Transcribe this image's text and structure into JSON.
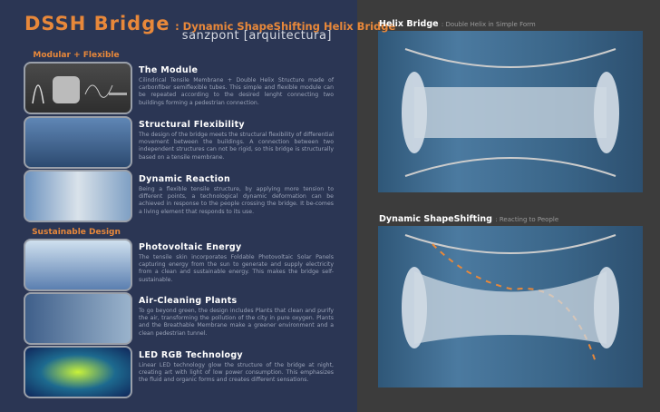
{
  "header": {
    "title": "DSSH Bridge",
    "subtitle": ": Dynamic ShapeShifting Helix Bridge",
    "author": "sanzpont [arquitectura]"
  },
  "sections": [
    {
      "label": "Modular + Flexible",
      "items": [
        {
          "title": "The Module",
          "text": "Cilindrical Tensile Membrane + Double Helix Structure made of carbonfiber semiflexible tubes. This simple and flexible module can be repeated according to the desired lenght connecting two buildings forming a pedestrian connection."
        },
        {
          "title": "Structural Flexibility",
          "text": "The design of the bridge meets the structural flexibility of differential movement between the buildings. A connection between two independent structures can not be rigid, so this bridge is structurally based on a tensile membrane."
        },
        {
          "title": "Dynamic Reaction",
          "text": "Being a flexible tensile structure, by applying more tension to different points, a technological dynamic deformation can be achieved in response to the people crossing the bridge. It be-comes a living element that responds to its use."
        }
      ]
    },
    {
      "label": "Sustainable Design",
      "items": [
        {
          "title": "Photovoltaic Energy",
          "text": "The tensile skin incorporates Foldable Photovoltaic Solar Panels capturing energy from the sun to generate and supply electricity from a clean and sustainable energy. This makes the bridge self-sustainable."
        },
        {
          "title": "Air-Cleaning Plants",
          "text": "To go beyond green, the design includes Plants that clean and purify the air, transforming the pollution of the city in pure oxygen. Plants and the Breathable Membrane make a greener environment and a clean pedestrian tunnel."
        },
        {
          "title": "LED RGB Technology",
          "text": "Linear LED technology glow the structure of the bridge at night, creating art with light of low power consumption. This emphasizes the fluid and organic forms and creates different sensations."
        }
      ]
    }
  ],
  "renders": [
    {
      "title": "Helix Bridge",
      "subtitle": ": Double Helix in Simple Form"
    },
    {
      "title": "Dynamic ShapeShifting",
      "subtitle": ": Reacting to People"
    }
  ],
  "colors": {
    "accent": "#e8883a",
    "left_bg": "#2b3654",
    "right_bg": "#3c3c3c"
  }
}
